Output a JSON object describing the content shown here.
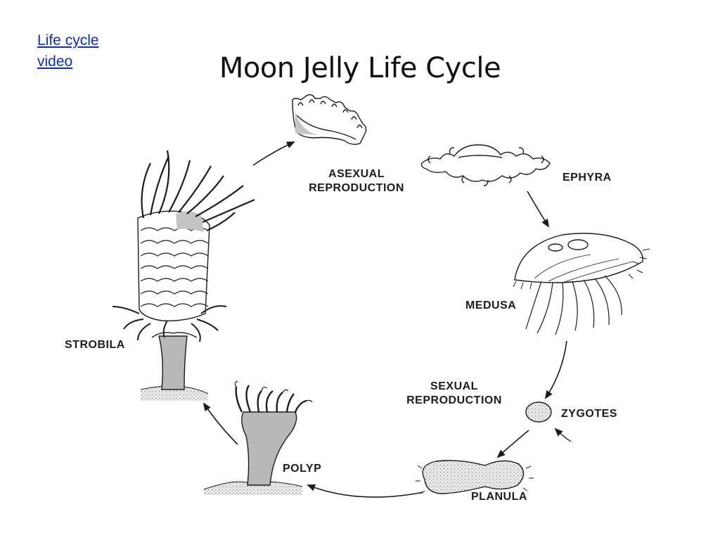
{
  "header": {
    "link_line1": "Life cycle",
    "link_line2": "video",
    "title": "Moon Jelly Life Cycle"
  },
  "diagram": {
    "stages": {
      "ephyra": "EPHYRA",
      "medusa": "MEDUSA",
      "zygotes": "ZYGOTES",
      "planula": "PLANULA",
      "polyp": "POLYP",
      "strobila": "STROBILA"
    },
    "processes": {
      "asexual_line1": "ASEXUAL",
      "asexual_line2": "REPRODUCTION",
      "sexual_line1": "SEXUAL",
      "sexual_line2": "REPRODUCTION"
    }
  },
  "colors": {
    "link": "#0b2bd6",
    "ink": "#1c1c1c",
    "body_fill": "#b8b8b8",
    "stipple_fill": "#dcdcdc"
  }
}
